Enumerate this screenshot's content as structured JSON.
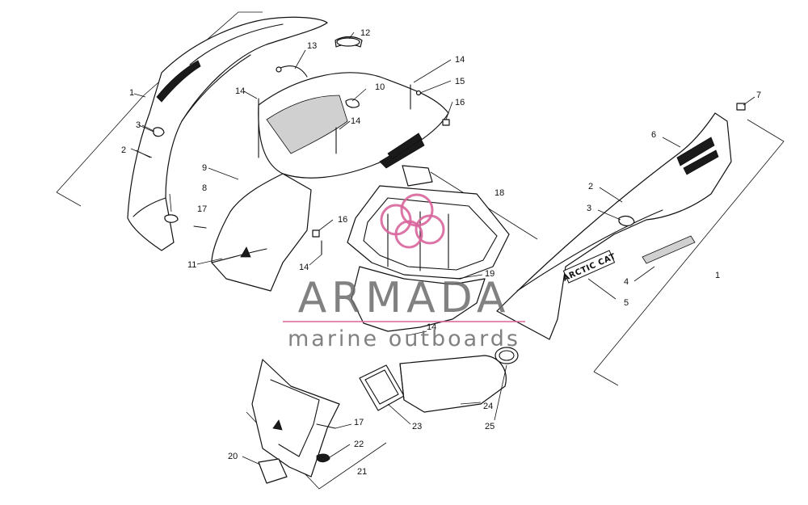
{
  "diagram": {
    "callouts": [
      {
        "id": "c1a",
        "label": "1"
      },
      {
        "id": "c2a",
        "label": "2"
      },
      {
        "id": "c3a",
        "label": "3"
      },
      {
        "id": "c8",
        "label": "8"
      },
      {
        "id": "c9",
        "label": "9"
      },
      {
        "id": "c17a",
        "label": "17"
      },
      {
        "id": "c11",
        "label": "11"
      },
      {
        "id": "c13",
        "label": "13"
      },
      {
        "id": "c12",
        "label": "12"
      },
      {
        "id": "c14a",
        "label": "14"
      },
      {
        "id": "c10",
        "label": "10"
      },
      {
        "id": "c14b",
        "label": "14"
      },
      {
        "id": "c14c",
        "label": "14"
      },
      {
        "id": "c15",
        "label": "15"
      },
      {
        "id": "c16a",
        "label": "16"
      },
      {
        "id": "c18",
        "label": "18"
      },
      {
        "id": "c16b",
        "label": "16"
      },
      {
        "id": "c14d",
        "label": "14"
      },
      {
        "id": "c19",
        "label": "19"
      },
      {
        "id": "c14e",
        "label": "14"
      },
      {
        "id": "c7",
        "label": "7"
      },
      {
        "id": "c6",
        "label": "6"
      },
      {
        "id": "c2b",
        "label": "2"
      },
      {
        "id": "c3b",
        "label": "3"
      },
      {
        "id": "c4",
        "label": "4"
      },
      {
        "id": "c1b",
        "label": "1"
      },
      {
        "id": "c5",
        "label": "5"
      },
      {
        "id": "c24",
        "label": "24"
      },
      {
        "id": "c23",
        "label": "23"
      },
      {
        "id": "c25",
        "label": "25"
      },
      {
        "id": "c17b",
        "label": "17"
      },
      {
        "id": "c22",
        "label": "22"
      },
      {
        "id": "c20",
        "label": "20"
      },
      {
        "id": "c21",
        "label": "21"
      }
    ],
    "decal_text": "ARCTIC CAT"
  },
  "watermark": {
    "name": "ARMADA",
    "tagline": "marine outboards",
    "accent_color": "#d8659c",
    "text_color": "#6b6b6b"
  }
}
